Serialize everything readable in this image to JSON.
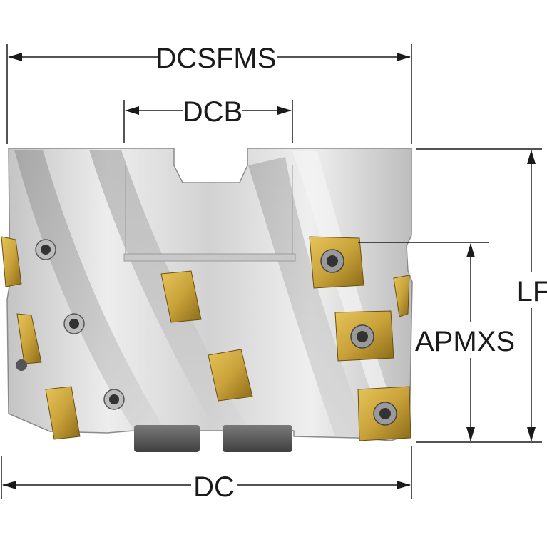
{
  "dimensions": {
    "dcsfms": "DCSFMS",
    "dcb": "DCB",
    "lf": "LF",
    "apmxs": "APMXS",
    "dc": "DC"
  },
  "colors": {
    "body_light": "#e6e6e6",
    "body_mid": "#b9b9b9",
    "body_dark": "#8a8a8a",
    "insert_gold": "#c9a23a",
    "insert_dark": "#8a6a18",
    "line": "#1a1a1a"
  }
}
